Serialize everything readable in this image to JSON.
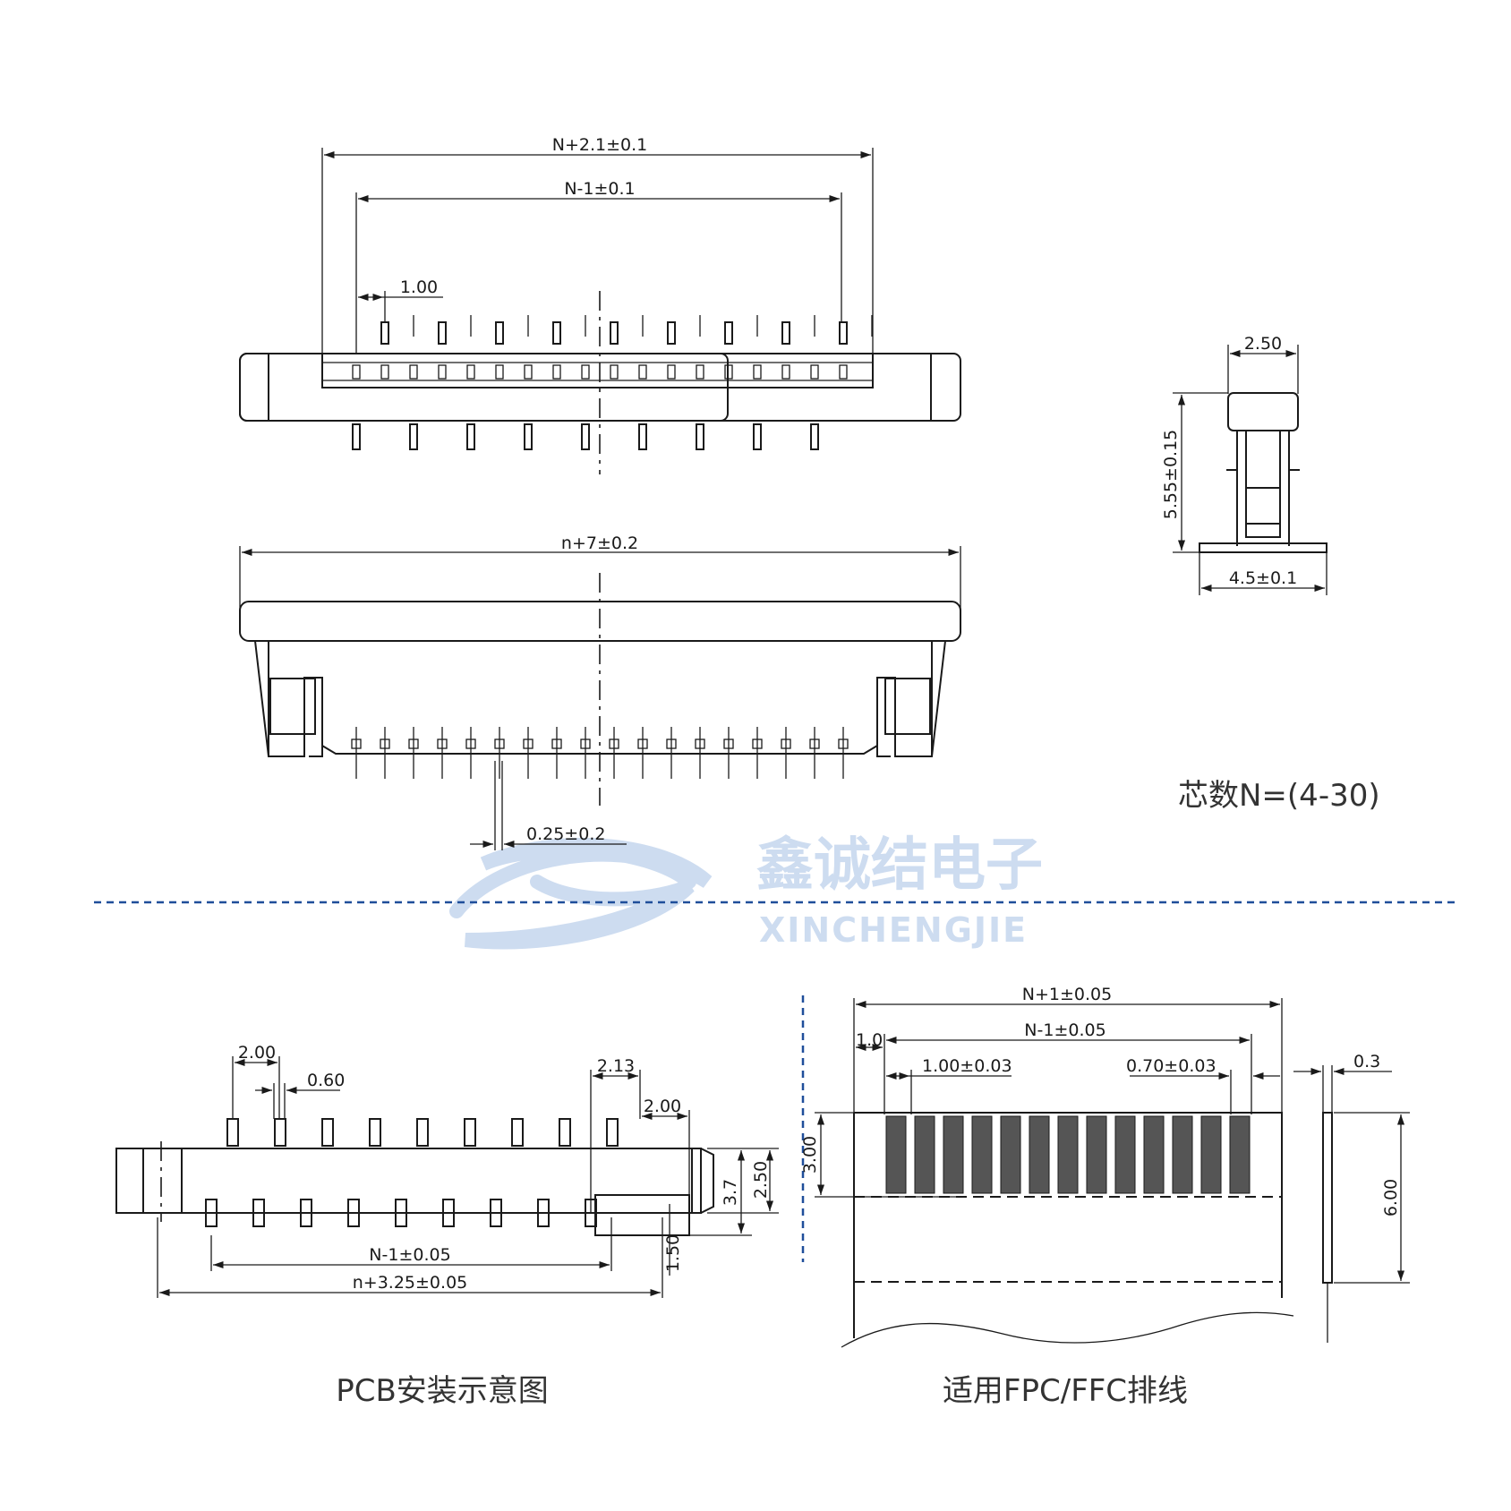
{
  "top_view": {
    "dim_overall_width": "N+2.1±0.1",
    "dim_pin_span": "N-1±0.1",
    "dim_pitch": "1.00"
  },
  "front_view": {
    "dim_body_width": "n+7±0.2",
    "dim_pin_width": "0.25±0.2"
  },
  "side_view": {
    "dim_top_width": "2.50",
    "dim_height": "5.55±0.15",
    "dim_base_width": "4.5±0.1"
  },
  "pin_count_note": "芯数N=(4-30)",
  "watermark": {
    "cn": "鑫诚结电子",
    "en": "XINCHENGJIE"
  },
  "pcb_layout": {
    "dim_pad_pitch": "2.00",
    "dim_pad_width": "0.60",
    "dim_2_13": "2.13",
    "dim_2_00": "2.00",
    "dim_2_50": "2.50",
    "dim_3_7": "3.7",
    "dim_1_50": "1.50",
    "dim_pad_span": "N-1±0.05",
    "dim_overall": "n+3.25±0.05",
    "caption": "PCB安装示意图"
  },
  "fpc": {
    "dim_overall_width": "N+1±0.05",
    "dim_contact_span": "N-1±0.05",
    "dim_edge": "1.0",
    "dim_pitch": "1.00±0.03",
    "dim_contact_width": "0.70±0.03",
    "dim_contact_length": "3.00",
    "dim_thickness": "0.3",
    "dim_stiffener_length": "6.00",
    "caption": "适用FPC/FFC排线"
  }
}
